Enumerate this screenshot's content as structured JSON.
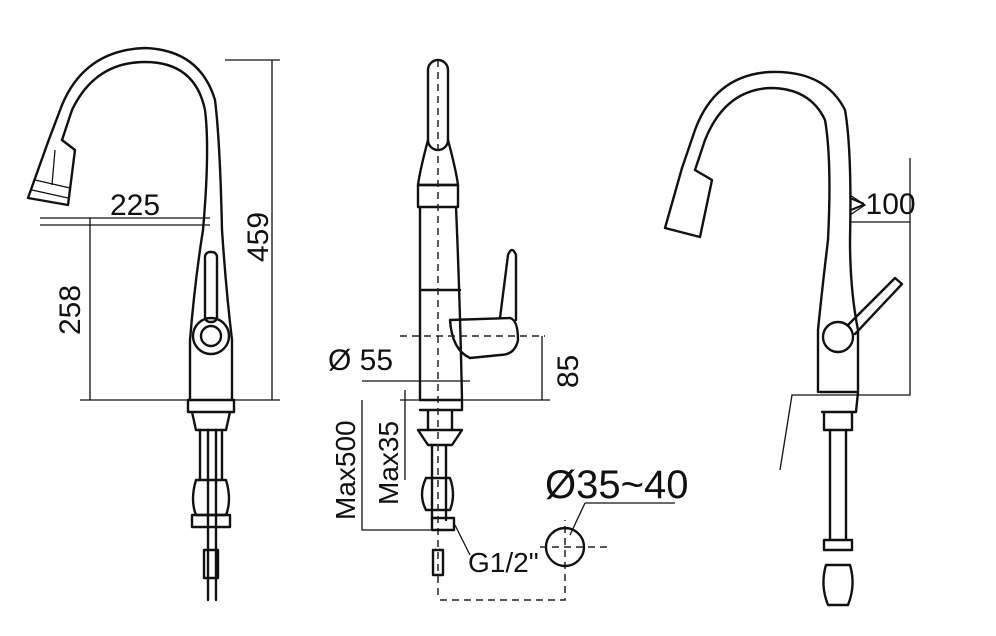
{
  "dimensions": {
    "reach": "225",
    "total_height": "459",
    "spout_height": "258",
    "base_diameter": "Ø 55",
    "handle_height": "85",
    "max_hose": "Max500",
    "max_deck": "Max35",
    "hole_diameter": "Ø35~40",
    "thread": "G1/2\"",
    "wall_clearance": ">100"
  }
}
